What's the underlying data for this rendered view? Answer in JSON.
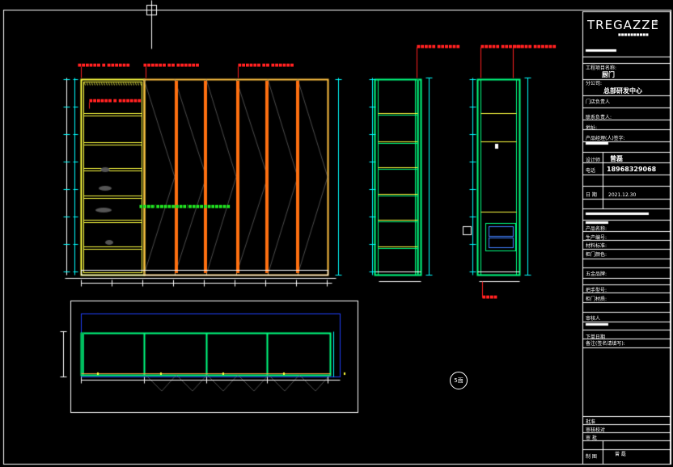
{
  "title_block": {
    "brand": "TREGAZZE",
    "brand_mark": "®",
    "brand_sub": "■■■■■■■■■■",
    "row_project_label": "工程项目名称:",
    "row_project_value": "厨门",
    "row_store_label": "分公司:",
    "row_store_value": "总部研发中心",
    "row_manager_label": "门店负责人",
    "row_contact_label": "联系负责人:",
    "row_address_label": "地址:",
    "row_designer_confirm_label": "产品经理(人)签字:",
    "row_designer_label": "设计师",
    "row_designer_value": "曾磊",
    "row_phone_label": "电话",
    "row_phone_value": "18968329068",
    "row_date_label": "日 期",
    "row_date_value": "2021.12.30",
    "row_product_name_label": "产品名称:",
    "row_product_no_label": "生产编号:",
    "row_material_label": "材料标准:",
    "row_door_label": "柜门颜色:",
    "row_hardware_label": "五金品牌:",
    "row_handle_label": "把手型号:",
    "row_finish_label": "柜门材质:",
    "row_audit_label": "审核人",
    "row_issue_label": "下单日期",
    "row_note_label": "备注(签名请填写):",
    "bottom_1": "批准",
    "bottom_2": "审核校对",
    "bottom_3": "审 批",
    "bottom_4": "制 图",
    "bottom_4_value": "曾 磊"
  },
  "annotations": {
    "front_note_1": "■■■■■■ ■ ■■■■■■",
    "front_note_2": "■■■■■■ ■■ ■■■■■■",
    "front_note_3": "■■■■■■ ■■ ■■■■■■",
    "front_note_4": "■■■■■■ ■ ■■■■■■",
    "front_center_note": "■■■■(■■■■■■■■)■■■■■■■■■■■",
    "side_note_1": "■■■■■ ■■■■■■",
    "side_note_2": "■■■■■ ■■■■■■",
    "side_note_3": "■■■■■ ■■■■■■",
    "bottom_label": "■■■■",
    "view_tag": "5面"
  }
}
